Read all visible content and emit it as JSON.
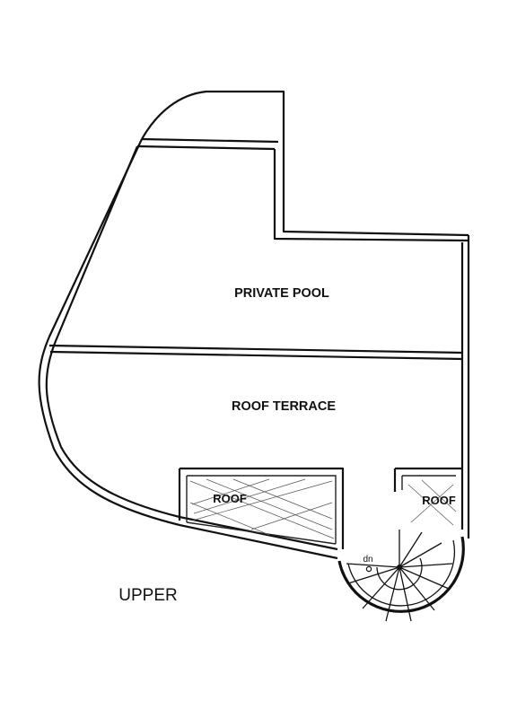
{
  "plan": {
    "rooms": {
      "private_pool": "PRIVATE POOL",
      "roof_terrace": "ROOF TERRACE",
      "roof_left": "ROOF",
      "roof_right": "ROOF"
    },
    "stair_direction": "dn",
    "level_label": "UPPER"
  }
}
